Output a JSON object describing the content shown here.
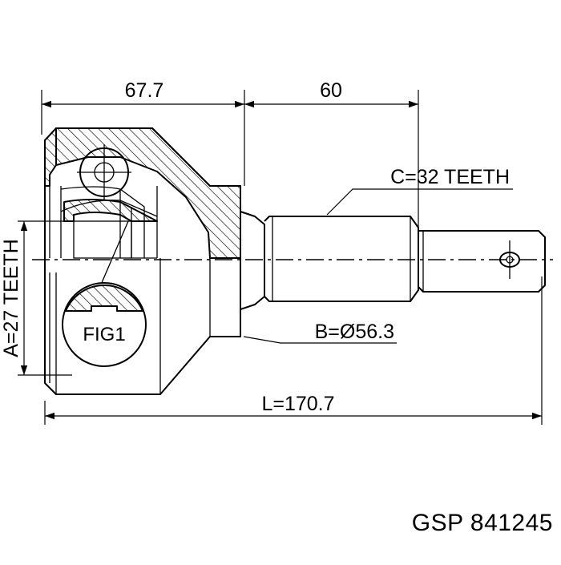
{
  "diagram": {
    "dimensions": {
      "left_width": "67.7",
      "right_width": "60",
      "total_length": "L=170.7"
    },
    "callouts": {
      "shaft_spline": "C=32 TEETH",
      "housing_diameter": "B=Ø56.3",
      "inner_spline": "A=27 TEETH",
      "figure_label": "FIG1"
    },
    "colors": {
      "line": "#000000",
      "background": "#ffffff"
    }
  },
  "caption": {
    "part_number": "GSP 841245"
  }
}
